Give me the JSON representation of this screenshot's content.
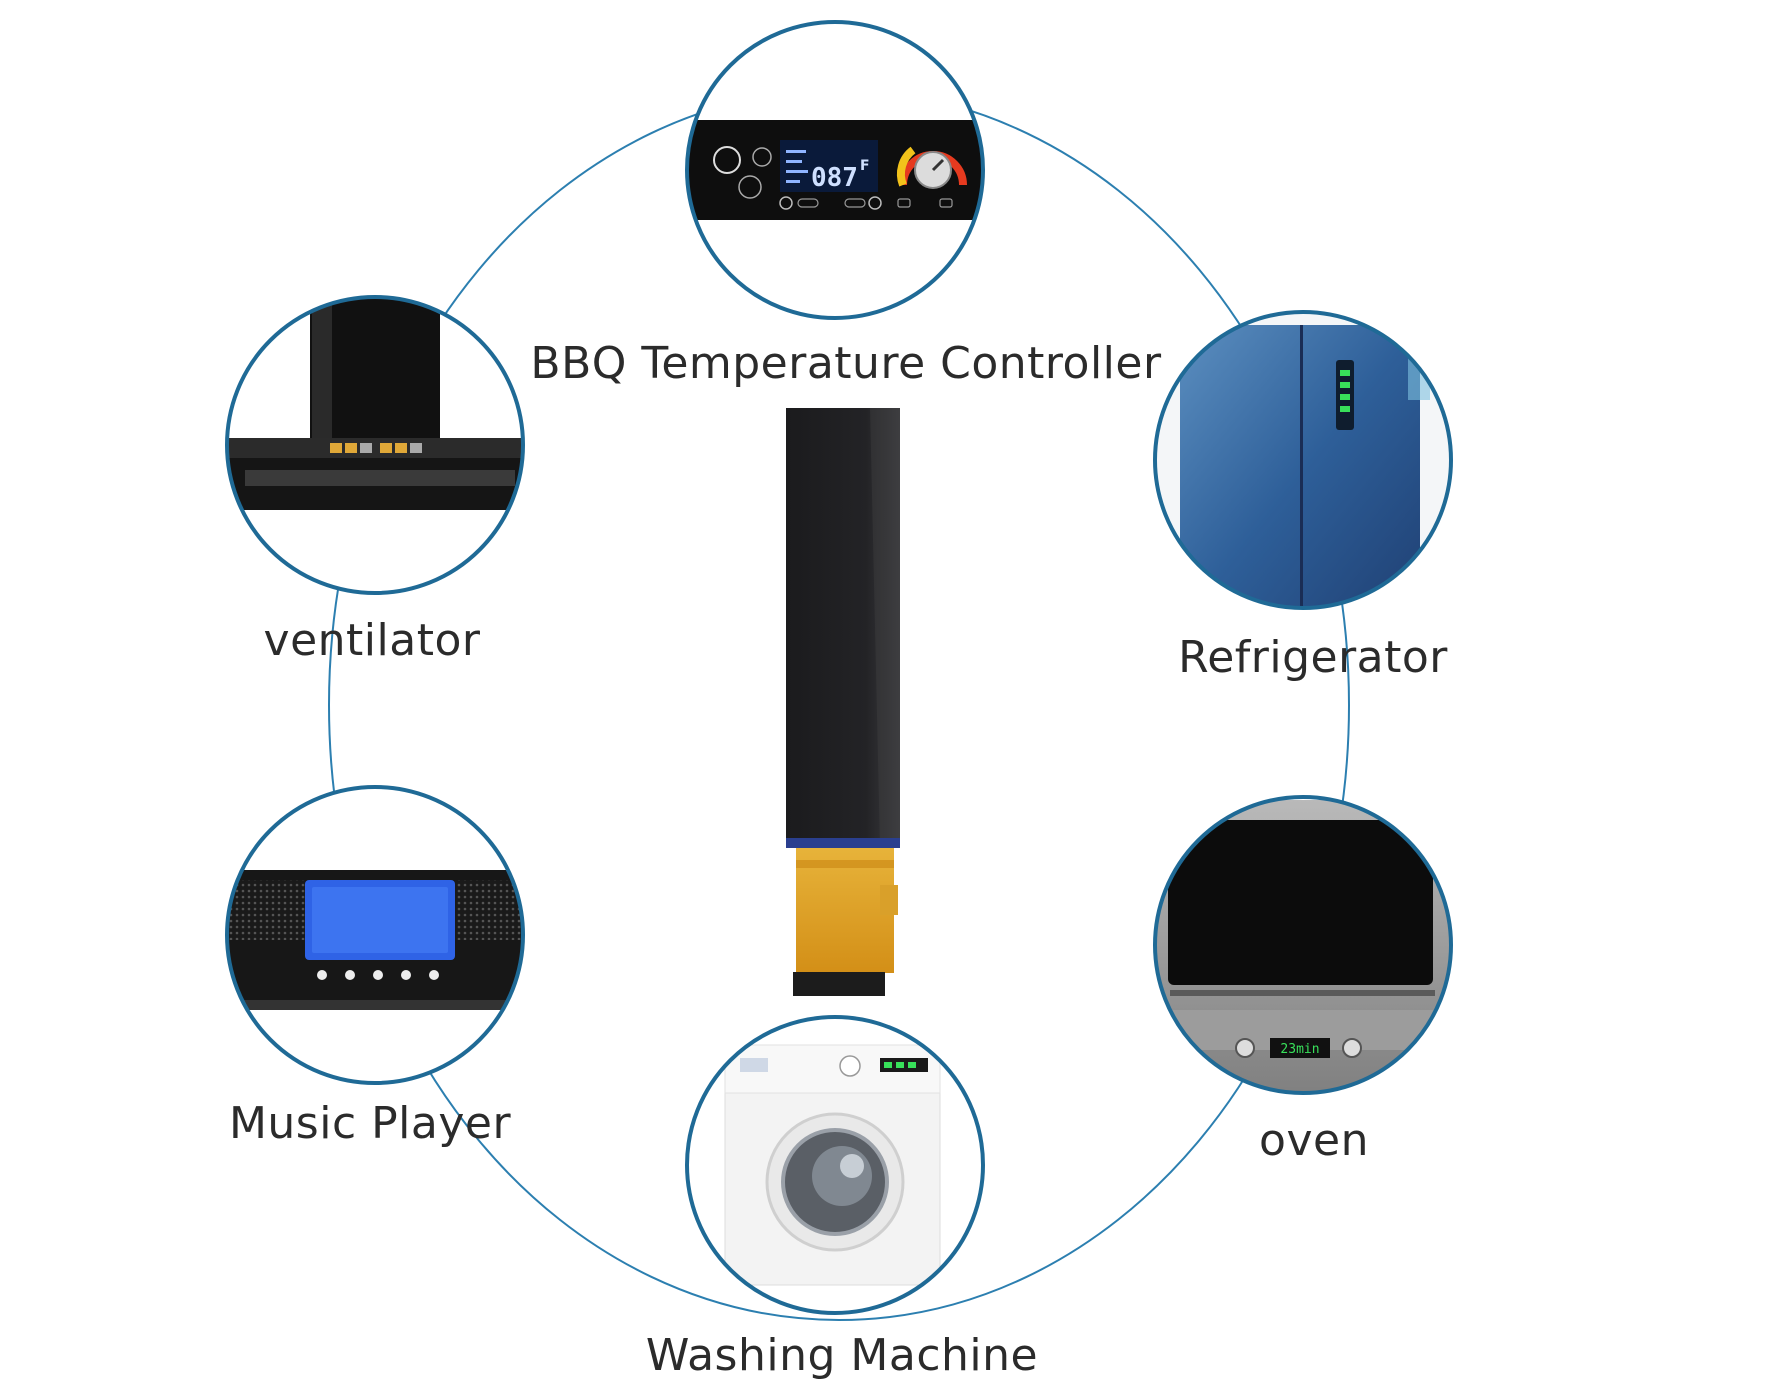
{
  "labels": {
    "bbq": "BBQ Temperature Controller",
    "ventilator": "ventilator",
    "refrigerator": "Refrigerator",
    "music_player": "Music Player",
    "oven": "oven",
    "washing_machine": "Washing Machine"
  },
  "bbq_display": {
    "reading": "087",
    "unit": "F"
  },
  "oven_display": {
    "timer": "23min"
  },
  "colors": {
    "ring": "#2c7fb0",
    "circle_border": "#1f6a96",
    "label": "#2b2b2b",
    "lcd_blue": "#2f63e6",
    "lcd_green": "#38e05a",
    "fpc_gold": "#e0a526"
  }
}
